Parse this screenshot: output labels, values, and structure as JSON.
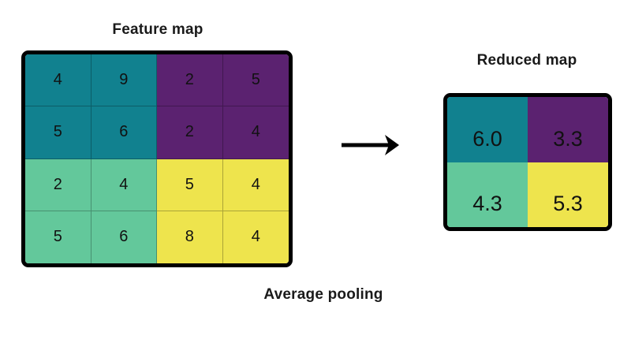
{
  "diagram": {
    "bottom_caption": "Average pooling",
    "background_color": "#ffffff",
    "border_color": "#000000",
    "text_color": "#111111"
  },
  "feature_map": {
    "title": "Feature map",
    "rows": 4,
    "cols": 4,
    "values": [
      [
        "4",
        "9",
        "2",
        "5"
      ],
      [
        "5",
        "6",
        "2",
        "4"
      ],
      [
        "2",
        "4",
        "5",
        "4"
      ],
      [
        "5",
        "6",
        "8",
        "4"
      ]
    ],
    "quadrant_colors": {
      "top_left": "#11818f",
      "top_right": "#5b2270",
      "bottom_left": "#63c89b",
      "bottom_right": "#eee44d"
    }
  },
  "reduced_map": {
    "title": "Reduced map",
    "rows": 2,
    "cols": 2,
    "values": [
      [
        "6.0",
        "3.3"
      ],
      [
        "4.3",
        "5.3"
      ]
    ],
    "cell_colors": [
      [
        "#11818f",
        "#5b2270"
      ],
      [
        "#63c89b",
        "#eee44d"
      ]
    ]
  },
  "arrow": {
    "icon": "right-arrow-icon",
    "color": "#000000"
  },
  "chart_data": {
    "type": "heatmap",
    "title": "Average pooling",
    "input": {
      "name": "Feature map",
      "shape": [
        4,
        4
      ],
      "matrix": [
        [
          4,
          9,
          2,
          5
        ],
        [
          5,
          6,
          2,
          4
        ],
        [
          2,
          4,
          5,
          4
        ],
        [
          5,
          6,
          8,
          4
        ]
      ]
    },
    "output": {
      "name": "Reduced map",
      "shape": [
        2,
        2
      ],
      "matrix": [
        [
          6.0,
          3.3
        ],
        [
          4.3,
          5.3
        ]
      ]
    },
    "pool_size": [
      2,
      2
    ],
    "operation": "average",
    "legend": [],
    "grid": true
  }
}
